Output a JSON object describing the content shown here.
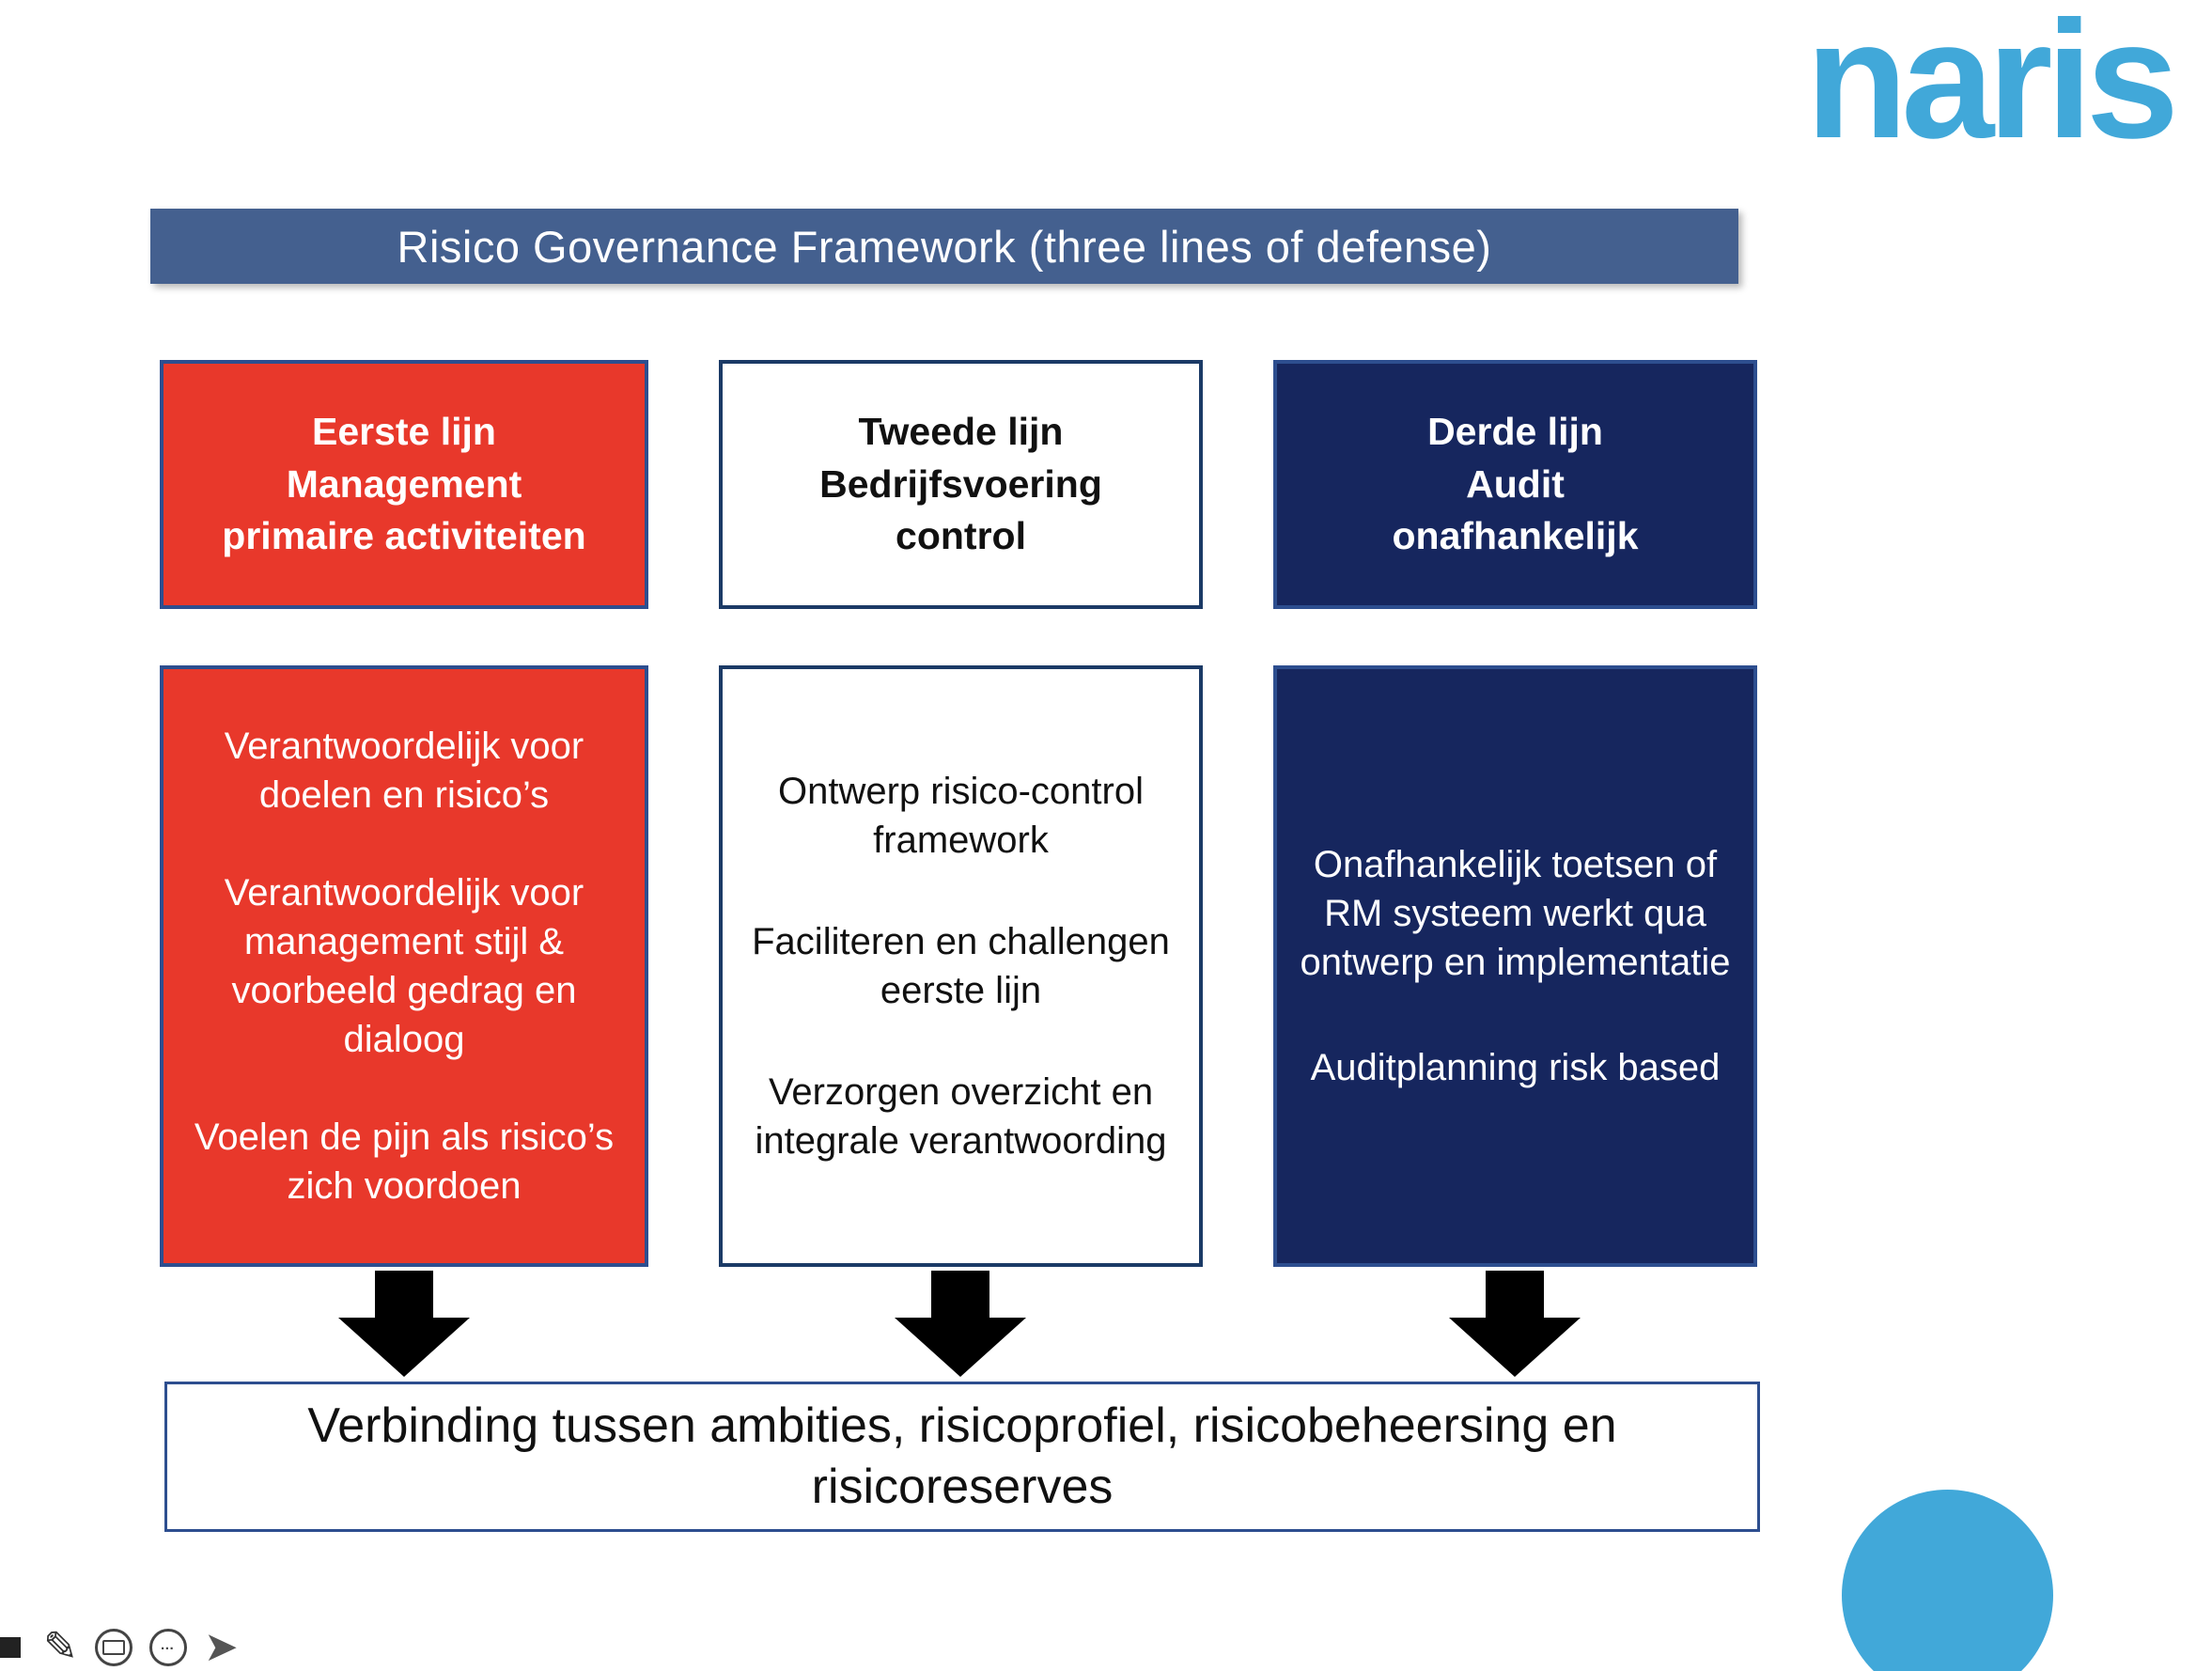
{
  "logo": {
    "text": "naris"
  },
  "title": {
    "text": "Risico Governance Framework (three lines of defense)"
  },
  "columns": [
    {
      "header_lines": [
        "Eerste lijn",
        "Management",
        "primaire activiteiten"
      ],
      "paragraphs": [
        "Verantwoordelijk voor doelen en risico’s",
        "Verantwoordelijk voor management stijl & voorbeeld gedrag en dialoog",
        "Voelen de pijn als risico’s zich voordoen"
      ]
    },
    {
      "header_lines": [
        "Tweede lijn",
        "Bedrijfsvoering",
        "control"
      ],
      "paragraphs": [
        "Ontwerp risico-control framework",
        "Faciliteren en challengen eerste lijn",
        "Verzorgen overzicht en integrale verantwoording"
      ]
    },
    {
      "header_lines": [
        "Derde lijn",
        "Audit",
        "onafhankelijk"
      ],
      "paragraphs": [
        "Onafhankelijk toetsen of RM systeem werkt qua ontwerp en implementatie",
        "Auditplanning  risk based"
      ]
    }
  ],
  "footer": {
    "text": "Verbinding tussen  ambities, risicoprofiel, risicobeheersing en risicoreserves"
  },
  "colors": {
    "brand": "#41a8d9",
    "red": "#e8382b",
    "navy": "#16265e",
    "bar": "#44608f",
    "border": "#2d4e8f",
    "arrow": "#000000"
  },
  "toolbar": {
    "icons": [
      "pencil-icon",
      "keyboard-icon",
      "ellipsis-icon",
      "forward-arrow-icon"
    ]
  }
}
